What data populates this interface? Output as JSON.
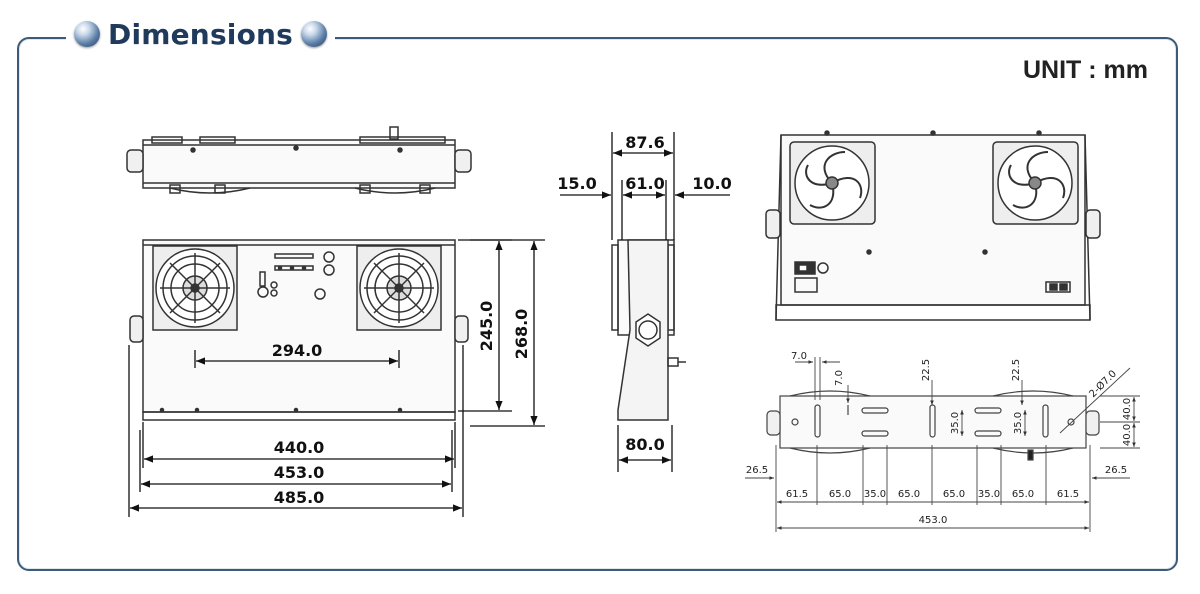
{
  "header": {
    "title": "Dimensions",
    "unit_label": "UNIT : mm"
  },
  "colors": {
    "frame": "#3d5a7a",
    "title": "#203a5c",
    "drawing": "#333333"
  },
  "front_view": {
    "dim_294": "294.0",
    "dim_440": "440.0",
    "dim_453": "453.0",
    "dim_485": "485.0",
    "dim_245": "245.0",
    "dim_268": "268.0"
  },
  "side_view": {
    "dim_876": "87.6",
    "dim_610": "61.0",
    "dim_150": "15.0",
    "dim_100": "10.0",
    "dim_800": "80.0"
  },
  "bottom_view": {
    "dim_7a": "7.0",
    "dim_7b": "7.0",
    "dim_225a": "22.5",
    "dim_225b": "22.5",
    "dim_hole": "2-Ø7.0",
    "dim_40a": "40.0",
    "dim_40b": "40.0",
    "dim_35a": "35.0",
    "dim_35b": "35.0",
    "dim_265a": "26.5",
    "dim_265b": "26.5",
    "spacing": [
      "61.5",
      "65.0",
      "35.0",
      "65.0",
      "65.0",
      "35.0",
      "65.0",
      "61.5"
    ],
    "total": "453.0"
  }
}
